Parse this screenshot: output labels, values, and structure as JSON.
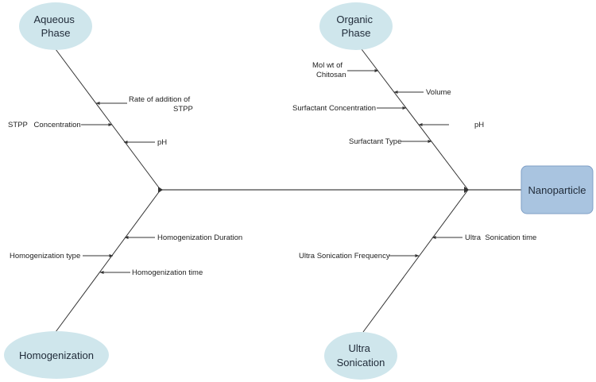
{
  "effect": "Nanoparticle",
  "categories": {
    "aqueous": [
      "Aqueous",
      "Phase"
    ],
    "organic": [
      "Organic",
      "Phase"
    ],
    "homogenization": [
      "Homogenization"
    ],
    "ultra": [
      "Ultra",
      "Sonication"
    ]
  },
  "causes": {
    "rate_of_addition": [
      "Rate of addition of",
      "STPP"
    ],
    "stpp_concentration": "STPP   Concentration",
    "aqueous_ph": "pH",
    "mol_wt": [
      "Mol wt of",
      "Chitosan"
    ],
    "volume": "Volume",
    "surfactant_concentration": "Surfactant Concentration",
    "organic_ph": "pH",
    "surfactant_type": "Surfactant Type",
    "homogenization_duration": "Homogenization Duration",
    "homogenization_type": "Homogenization type",
    "homogenization_time": "Homogenization time",
    "ultra_sonication_time": "Ultra  Sonication time",
    "ultra_sonication_frequency": "Ultra Sonication Frequency"
  },
  "colors": {
    "ellipse_fill": "#cfe6ec",
    "head_fill": "#a9c4e0",
    "head_stroke": "#7f9fc6",
    "line": "#333333"
  }
}
